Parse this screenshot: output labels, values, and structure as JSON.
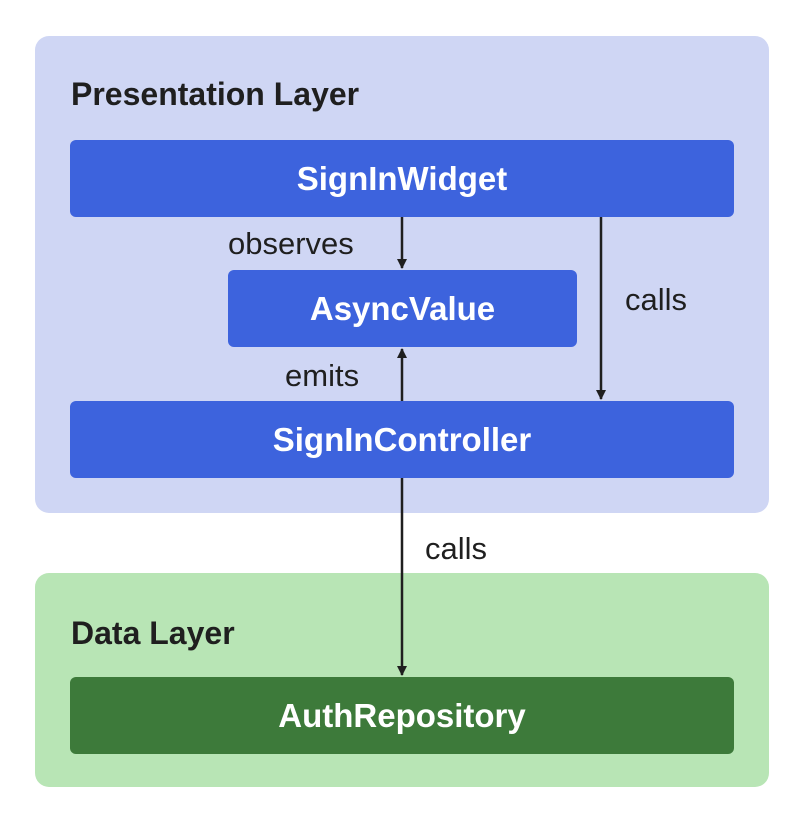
{
  "layers": {
    "presentation": {
      "title": "Presentation Layer",
      "color": "#cfd6f4"
    },
    "data": {
      "title": "Data Layer",
      "color": "#b8e5b5"
    }
  },
  "nodes": {
    "sign_in_widget": "SignInWidget",
    "async_value": "AsyncValue",
    "sign_in_controller": "SignInController",
    "auth_repository": "AuthRepository"
  },
  "edges": {
    "observes": "observes",
    "calls_widget_to_controller": "calls",
    "emits": "emits",
    "calls_controller_to_repository": "calls"
  },
  "colors": {
    "node_blue": "#3d63dd",
    "node_green": "#3d7a3a",
    "arrow": "#1f1f1f"
  }
}
